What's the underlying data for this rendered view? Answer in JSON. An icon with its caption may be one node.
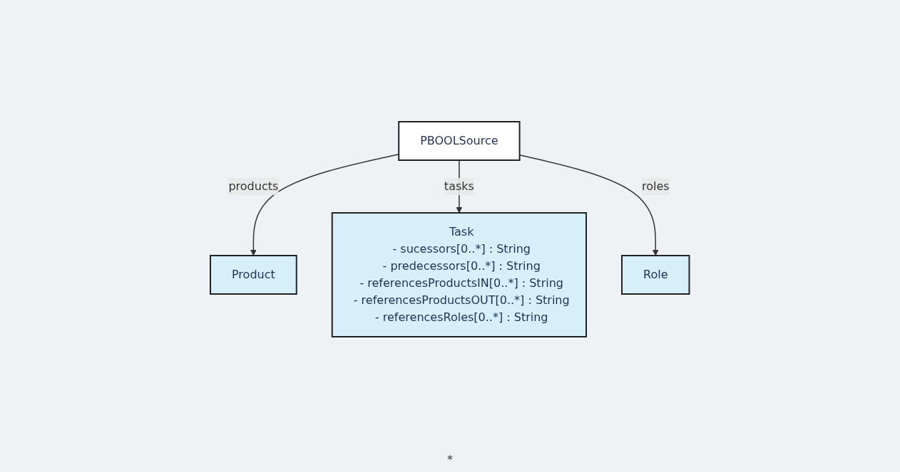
{
  "diagram": {
    "nodes": [
      {
        "text": [
          "PBOOLSource"
        ]
      },
      {
        "text": [
          "Product"
        ]
      },
      {
        "text": [
          "Task",
          "- sucessors[0..*] : String",
          "- predecessors[0..*] : String",
          "- referencesProductsIN[0..*] : String",
          "- referencesProductsOUT[0..*] : String",
          "- referencesRoles[0..*] : String"
        ]
      },
      {
        "text": [
          "Role"
        ]
      }
    ],
    "edges": [
      {
        "from": 0,
        "to": 1,
        "arrow": "to",
        "label": "products"
      },
      {
        "from": 0,
        "to": 2,
        "arrow": "to",
        "label": "tasks"
      },
      {
        "from": 0,
        "to": 3,
        "arrow": "to",
        "label": "roles"
      }
    ],
    "labels": [
      "*"
    ]
  }
}
